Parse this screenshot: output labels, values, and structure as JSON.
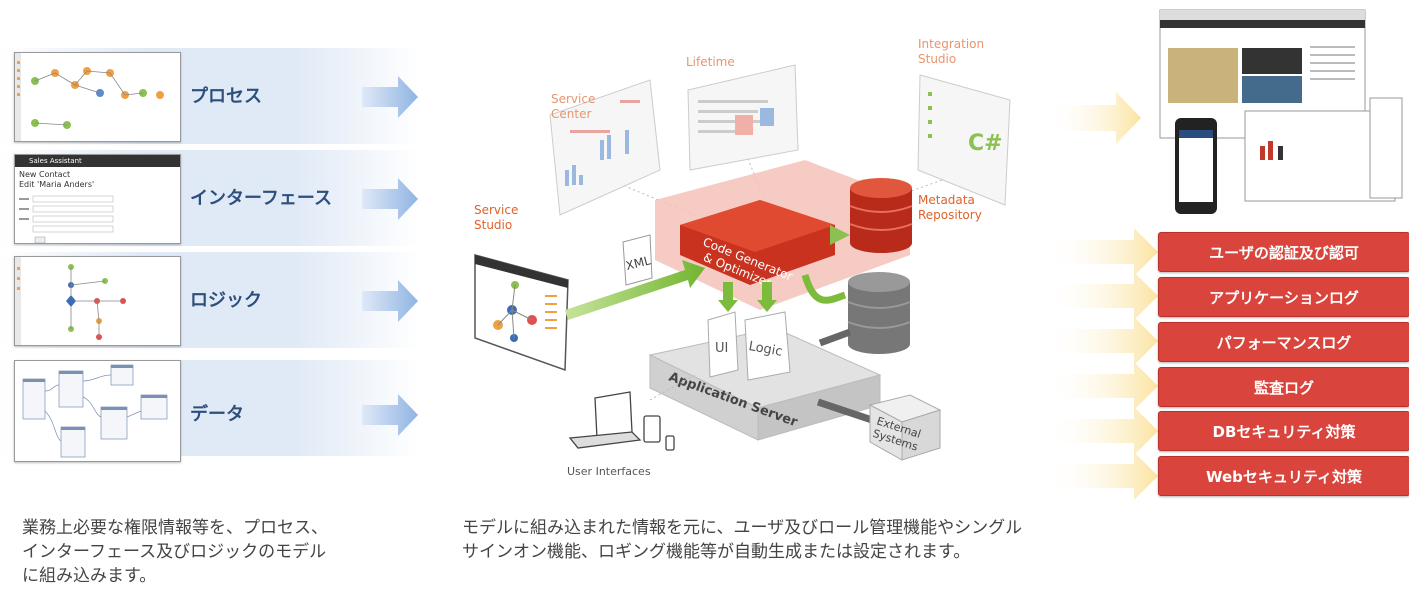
{
  "models": [
    {
      "label": "プロセス"
    },
    {
      "label": "インターフェース"
    },
    {
      "label": "ロジック"
    },
    {
      "label": "データ"
    }
  ],
  "interface_thumb": {
    "app_title": "Sales Assistant",
    "line1": "New Contact",
    "line2": "Edit 'Maria Anders'"
  },
  "diagram": {
    "service_studio": "Service\nStudio",
    "service_center": "Service\nCenter",
    "lifetime": "Lifetime",
    "integration_studio": "Integration\nStudio",
    "metadata_repository": "Metadata\nRepository",
    "xml": "XML",
    "code_generator": "Code Generator\n& Optimizer",
    "ui": "UI",
    "logic": "Logic",
    "application_server": "Application Server",
    "external_systems": "External\nSystems",
    "user_interfaces": "User Interfaces",
    "cs": "C#"
  },
  "features": [
    {
      "label": "ユーザの認証及び認可"
    },
    {
      "label": "アプリケーションログ"
    },
    {
      "label": "パフォーマンスログ"
    },
    {
      "label": "監査ログ"
    },
    {
      "label": "DBセキュリティ対策"
    },
    {
      "label": "Webセキュリティ対策"
    }
  ],
  "captions": {
    "left": "業務上必要な権限情報等を、プロセス、インターフェース及びロジックのモデルに組み込みます。",
    "center": "モデルに組み込まれた情報を元に、ユーザ及びロール管理機能やシングルサインオン機能、ロギング機能等が自動生成または設定されます。"
  },
  "colors": {
    "accent_red": "#d9453c",
    "label_orange": "#e0622a",
    "label_blue": "#2d4f7c",
    "arrow_blue": "#9fbfe6",
    "arrow_yellow": "#fbe6a2",
    "arrow_green": "#7dbb3c"
  }
}
